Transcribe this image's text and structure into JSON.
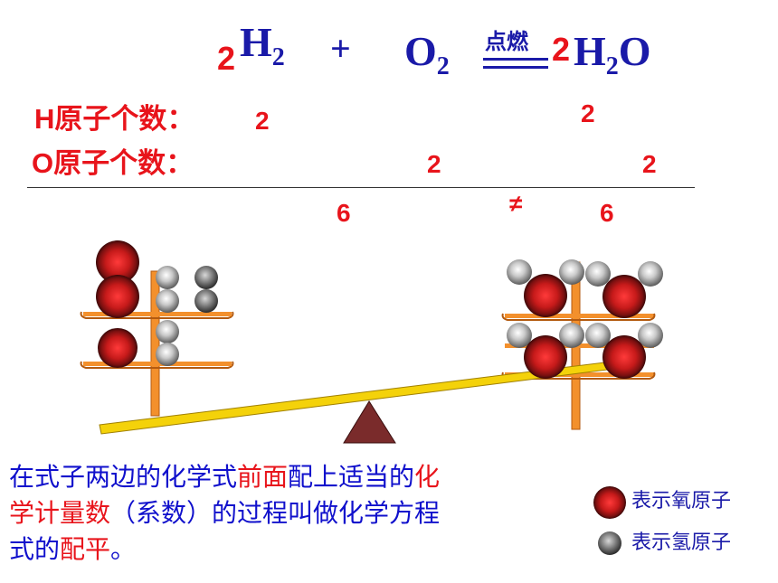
{
  "equation": {
    "coef_left": "2",
    "h2_letter": "H",
    "h2_sub": "2",
    "plus": "+",
    "o2_letter": "O",
    "o2_sub": "2",
    "condition": "点燃",
    "coef_right": "2",
    "h2o_h": "H",
    "h2o_sub": "2",
    "h2o_o": "O"
  },
  "counts": {
    "h_prefix": "H",
    "h_label": "原子个数：",
    "h_left": "2",
    "h_right": "2",
    "o_prefix": "O",
    "o_label": "原子个数：",
    "o_left": "2",
    "o_right": "2",
    "sum_left": "6",
    "compare": "≠",
    "sum_right": "6"
  },
  "paragraph": {
    "p1": "在式子两边的化学式",
    "p2": "前面",
    "p3": "配上适当的",
    "p4": "化",
    "p5": "学计量数",
    "p6": "（系数）的过程叫做化学方程",
    "p7": "式的",
    "p8": "配平",
    "p9": "。"
  },
  "legend": {
    "oxygen": "表示氧原子",
    "hydrogen": "表示氢原子"
  },
  "colors": {
    "red": "#e8141b",
    "blue": "#1010cc",
    "beam": "#f4d20a",
    "stand": "#f3902c",
    "fulcrum": "#7a2b2b"
  }
}
